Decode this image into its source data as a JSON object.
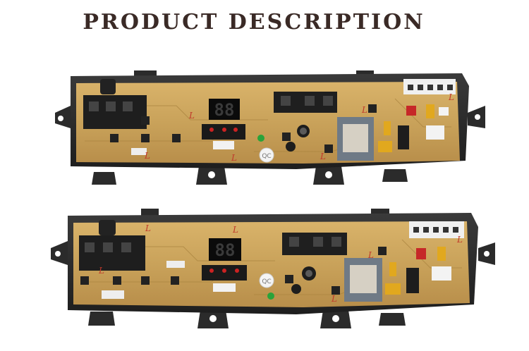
{
  "title": "PRODUCT DESCRIPTION",
  "boards": [
    {
      "display": "88",
      "sticker": "QC"
    },
    {
      "display": "88",
      "sticker": "QC"
    }
  ]
}
